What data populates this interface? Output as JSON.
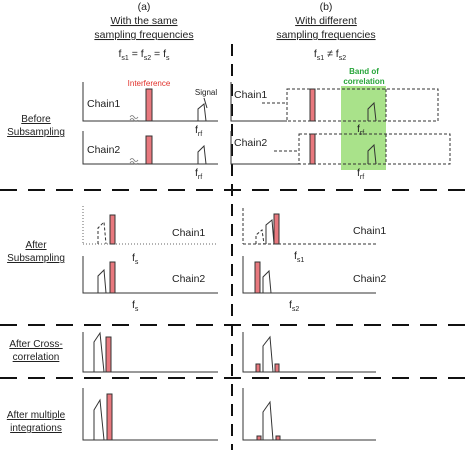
{
  "columns": {
    "left": {
      "letter": "(a)",
      "title_line1": "With the same",
      "title_line2": "sampling frequencies"
    },
    "right": {
      "letter": "(b)",
      "title_line1": "With different",
      "title_line2": "sampling frequencies"
    }
  },
  "equations": {
    "left": {
      "f": "f",
      "s1": "s1",
      "eq1": " = f",
      "s2": "s2",
      "eq2": " = f",
      "s": "s"
    },
    "right": {
      "f": "f",
      "s1": "s1",
      "neq": " ≠ f",
      "s2": "s2"
    }
  },
  "rows": {
    "before": {
      "line1": "Before",
      "line2": "Subsampling"
    },
    "after": {
      "line1": "After",
      "line2": "Subsampling"
    },
    "cross": {
      "line1": "After Cross-",
      "line2": "correlation"
    },
    "multi": {
      "line1": "After multiple",
      "line2": "integrations"
    }
  },
  "labels": {
    "interference": "Interference",
    "signal": "Signal",
    "band_line1": "Band of",
    "band_line2": "correlation",
    "chain1": "Chain1",
    "chain2": "Chain2",
    "f": "f",
    "rf": "rf",
    "s": "s",
    "s1": "s1",
    "s2": "s2"
  },
  "colors": {
    "interference_fill": "#e8787e",
    "interference_text": "#e0302a",
    "band_fill": "#a9e28a",
    "band_text": "#27a53a"
  }
}
